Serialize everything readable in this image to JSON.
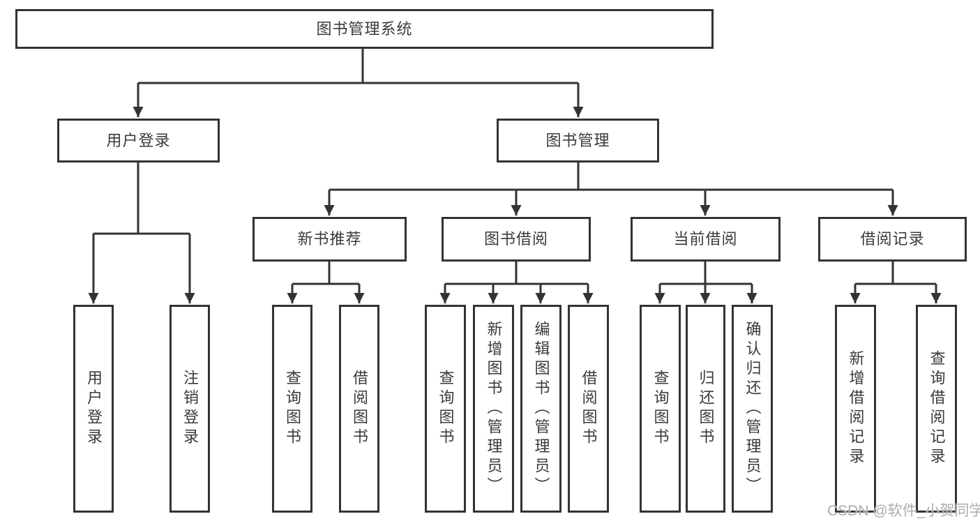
{
  "colors": {
    "line": "#333333",
    "box_border": "#333333",
    "text": "#3a3a3a",
    "watermark": "#adadad",
    "background": "#ffffff"
  },
  "watermark": {
    "text": "CSDN @软件_小贺同学"
  },
  "diagram": {
    "root": {
      "label": "图书管理系统"
    },
    "branches": [
      {
        "label": "用户登录",
        "children": [
          {
            "label": "用户登录"
          },
          {
            "label": "注销登录"
          }
        ]
      },
      {
        "label": "图书管理",
        "sections": [
          {
            "label": "新书推荐",
            "children": [
              {
                "label": "查询图书"
              },
              {
                "label": "借阅图书"
              }
            ]
          },
          {
            "label": "图书借阅",
            "children": [
              {
                "label": "查询图书"
              },
              {
                "label": "新增图书（管理员）"
              },
              {
                "label": "编辑图书（管理员）"
              },
              {
                "label": "借阅图书"
              }
            ]
          },
          {
            "label": "当前借阅",
            "children": [
              {
                "label": "查询图书"
              },
              {
                "label": "归还图书"
              },
              {
                "label": "确认归还（管理员）"
              }
            ]
          },
          {
            "label": "借阅记录",
            "children": [
              {
                "label": "新增借阅记录"
              },
              {
                "label": "查询借阅记录"
              }
            ]
          }
        ]
      }
    ]
  }
}
